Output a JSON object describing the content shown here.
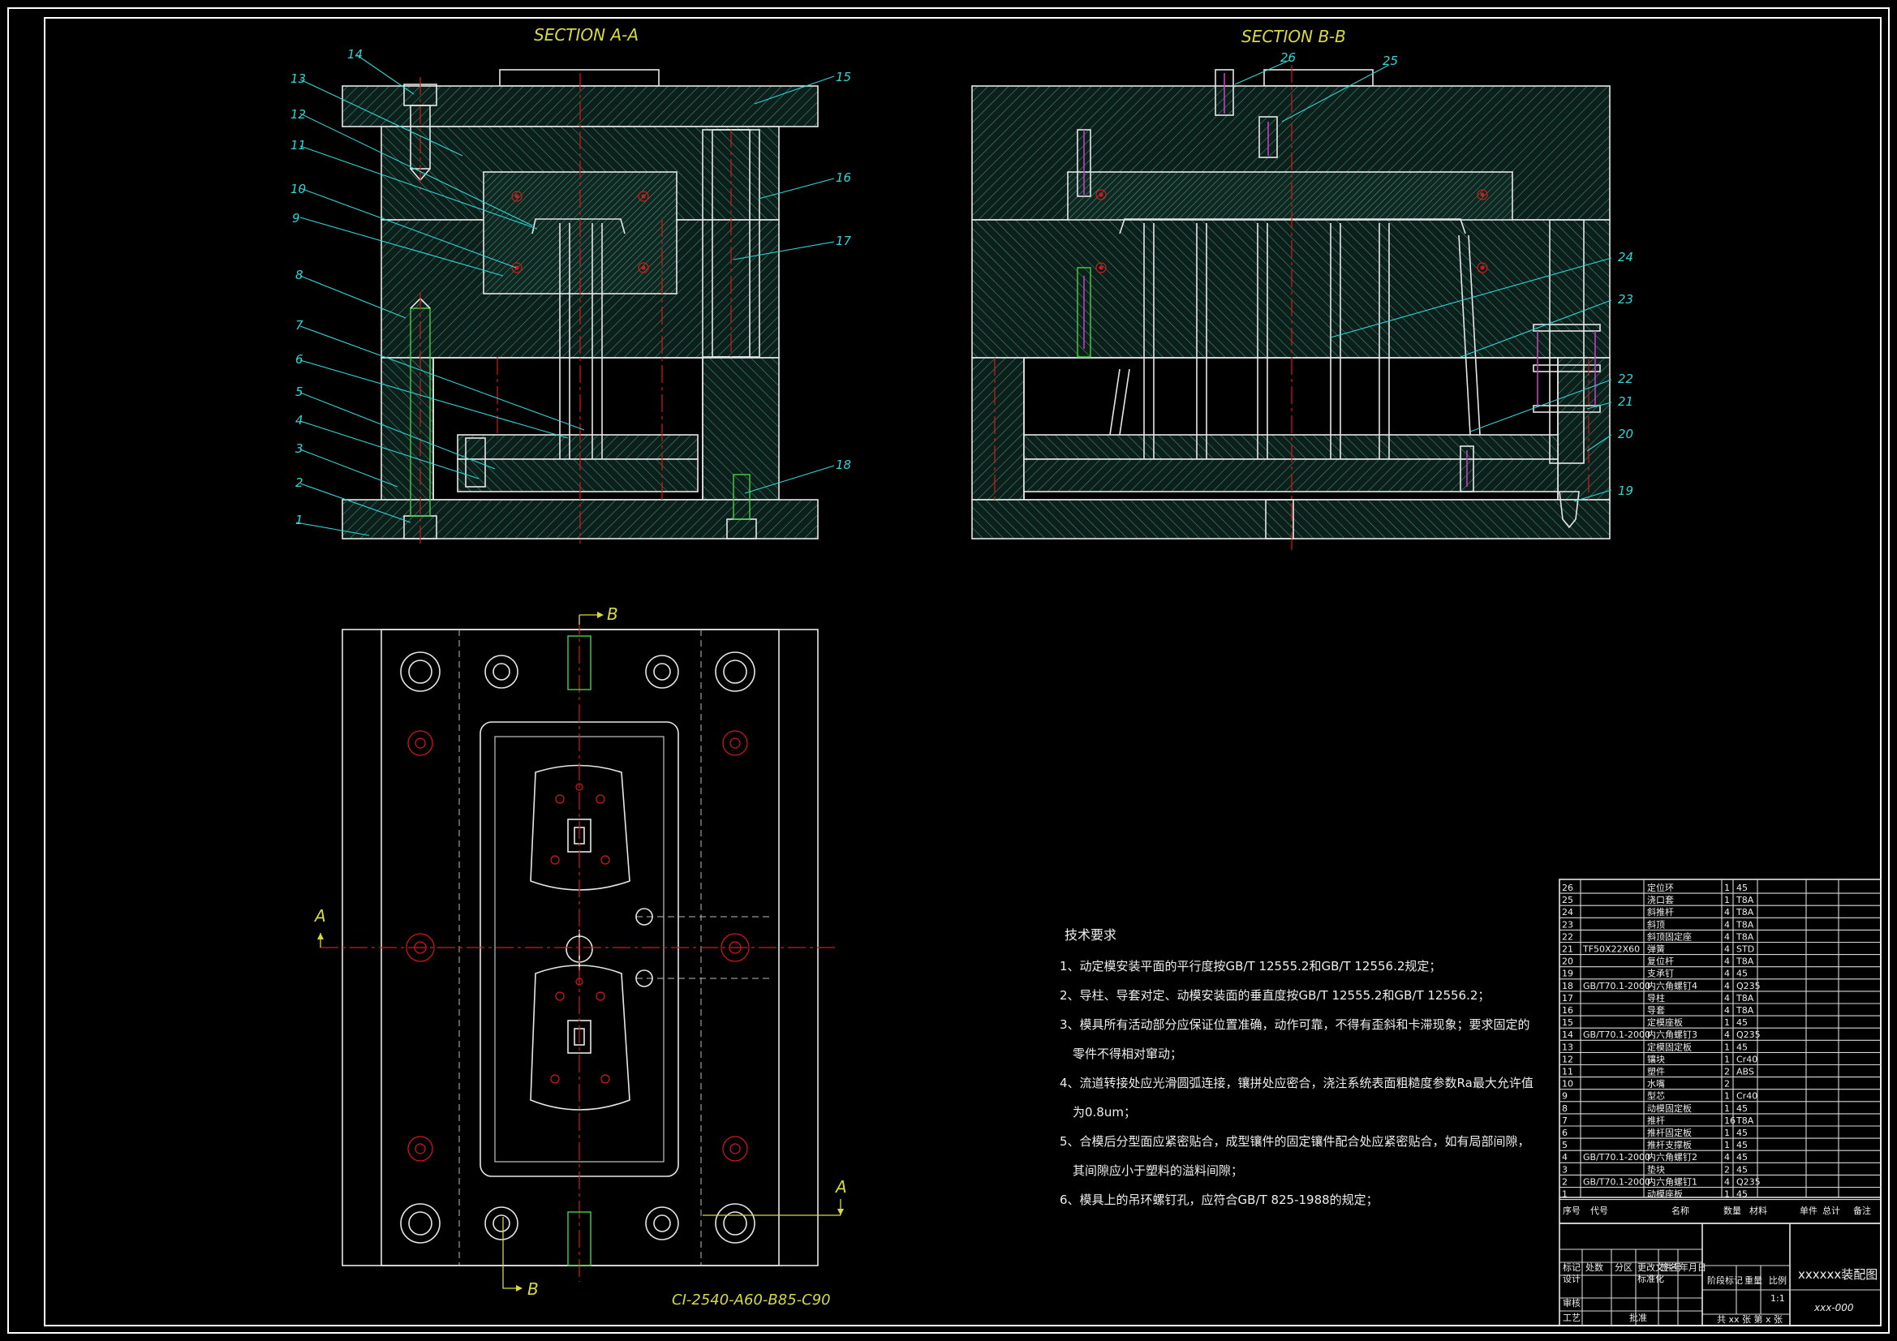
{
  "section_a": {
    "title": "SECTION A-A"
  },
  "section_b": {
    "title": "SECTION B-B"
  },
  "callouts_a": [
    "1",
    "2",
    "3",
    "4",
    "5",
    "6",
    "7",
    "8",
    "9",
    "10",
    "11",
    "12",
    "13",
    "14",
    "15",
    "16",
    "17",
    "18"
  ],
  "callouts_b": [
    "19",
    "20",
    "21",
    "22",
    "23",
    "24",
    "25",
    "26"
  ],
  "plan_view": {
    "section_a_letter": "A",
    "section_b_letter": "B",
    "mold_base_code": "CI-2540-A60-B85-C90"
  },
  "tech_req": {
    "heading": "技术要求",
    "items": [
      "1、动定模安装平面的平行度按GB/T 12555.2和GB/T 12556.2规定；",
      "2、导柱、导套对定、动模安装面的垂直度按GB/T 12555.2和GB/T 12556.2；",
      "3、模具所有活动部分应保证位置准确，动作可靠，不得有歪斜和卡滞现象；要求固定的",
      "零件不得相对窜动；",
      "4、流道转接处应光滑圆弧连接，镶拼处应密合，浇注系统表面粗糙度参数Ra最大允许值",
      "为0.8um；",
      "5、合模后分型面应紧密贴合，成型镶件的固定镶件配合处应紧密贴合，如有局部间隙，",
      "其间隙应小于塑料的溢料间隙；",
      "6、模具上的吊环螺钉孔，应符合GB/T 825-1988的规定；"
    ]
  },
  "bom": {
    "rows": [
      [
        "26",
        "",
        "定位环",
        "1",
        "45",
        ""
      ],
      [
        "25",
        "",
        "浇口套",
        "1",
        "T8A",
        ""
      ],
      [
        "24",
        "",
        "斜推杆",
        "4",
        "T8A",
        ""
      ],
      [
        "23",
        "",
        "斜顶",
        "4",
        "T8A",
        ""
      ],
      [
        "22",
        "",
        "斜顶固定座",
        "4",
        "T8A",
        ""
      ],
      [
        "21",
        "TF50X22X60",
        "弹簧",
        "4",
        "STD",
        ""
      ],
      [
        "20",
        "",
        "复位杆",
        "4",
        "T8A",
        ""
      ],
      [
        "19",
        "",
        "支承钉",
        "4",
        "45",
        ""
      ],
      [
        "18",
        "GB/T70.1-2000",
        "内六角螺钉4",
        "4",
        "Q235",
        ""
      ],
      [
        "17",
        "",
        "导柱",
        "4",
        "T8A",
        ""
      ],
      [
        "16",
        "",
        "导套",
        "4",
        "T8A",
        ""
      ],
      [
        "15",
        "",
        "定模座板",
        "1",
        "45",
        ""
      ],
      [
        "14",
        "GB/T70.1-2000",
        "内六角螺钉3",
        "4",
        "Q235",
        ""
      ],
      [
        "13",
        "",
        "定模固定板",
        "1",
        "45",
        ""
      ],
      [
        "12",
        "",
        "镶块",
        "1",
        "Cr40",
        ""
      ],
      [
        "11",
        "",
        "塑件",
        "2",
        "ABS",
        ""
      ],
      [
        "10",
        "",
        "水嘴",
        "2",
        "",
        ""
      ],
      [
        "9",
        "",
        "型芯",
        "1",
        "Cr40",
        ""
      ],
      [
        "8",
        "",
        "动模固定板",
        "1",
        "45",
        ""
      ],
      [
        "7",
        "",
        "推杆",
        "16",
        "T8A",
        ""
      ],
      [
        "6",
        "",
        "推杆固定板",
        "1",
        "45",
        ""
      ],
      [
        "5",
        "",
        "推杆支撑板",
        "1",
        "45",
        ""
      ],
      [
        "4",
        "GB/T70.1-2000",
        "内六角螺钉2",
        "4",
        "45",
        ""
      ],
      [
        "3",
        "",
        "垫块",
        "2",
        "45",
        ""
      ],
      [
        "2",
        "GB/T70.1-2000",
        "内六角螺钉1",
        "4",
        "Q235",
        ""
      ],
      [
        "1",
        "",
        "动模座板",
        "1",
        "45",
        ""
      ]
    ],
    "header": [
      "序号",
      "代号",
      "名称",
      "数量",
      "材料",
      "单件",
      "总计",
      "备注"
    ]
  },
  "title_block": {
    "drawing_name": "xxxxxx装配图",
    "drawing_no": "xxx-000",
    "scale": "1:1",
    "sheets": "共 xx 张  第 x 张",
    "labels": [
      "标记",
      "处数",
      "分区",
      "更改文件号",
      "签名",
      "年月日",
      "设计",
      "标准化",
      "阶段标记",
      "重量",
      "比例",
      "审核",
      "工艺",
      "批准"
    ]
  },
  "colors": {
    "background": "#000000",
    "annotation": "#2fd6d6",
    "title_text": "#d8d840",
    "centerline": "#d81818",
    "outline": "#e6e6e6",
    "hatch": "#1f6b5a"
  }
}
